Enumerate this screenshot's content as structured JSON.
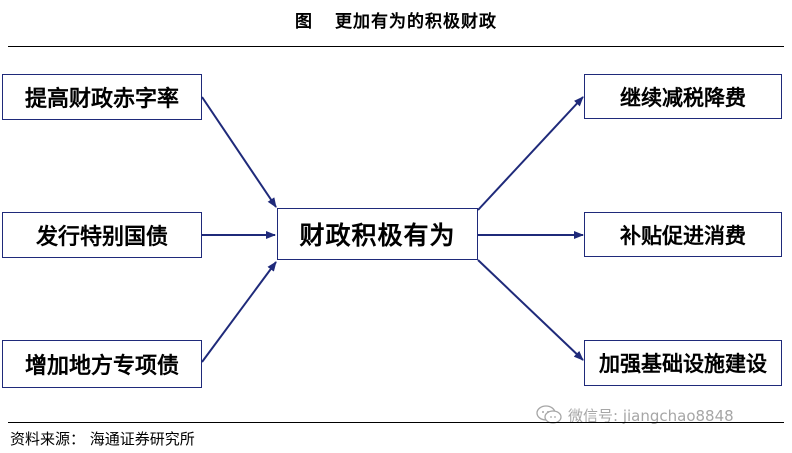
{
  "header": {
    "figure_label": "图",
    "title": "更加有为的积极财政"
  },
  "diagram": {
    "center": "财政积极有为",
    "inputs": [
      "提高财政赤字率",
      "发行特别国债",
      "增加地方专项债"
    ],
    "outputs": [
      "继续减税降费",
      "补贴促进消费",
      "加强基础设施建设"
    ]
  },
  "footer": {
    "source": "资料来源： 海通证券研究所",
    "watermark": "微信号: jiangchao8848"
  },
  "colors": {
    "box_border": "#1f2a7a",
    "arrow": "#1f2a7a",
    "watermark": "#a6a6a6"
  },
  "icons": {
    "watermark": "wechat-icon"
  }
}
